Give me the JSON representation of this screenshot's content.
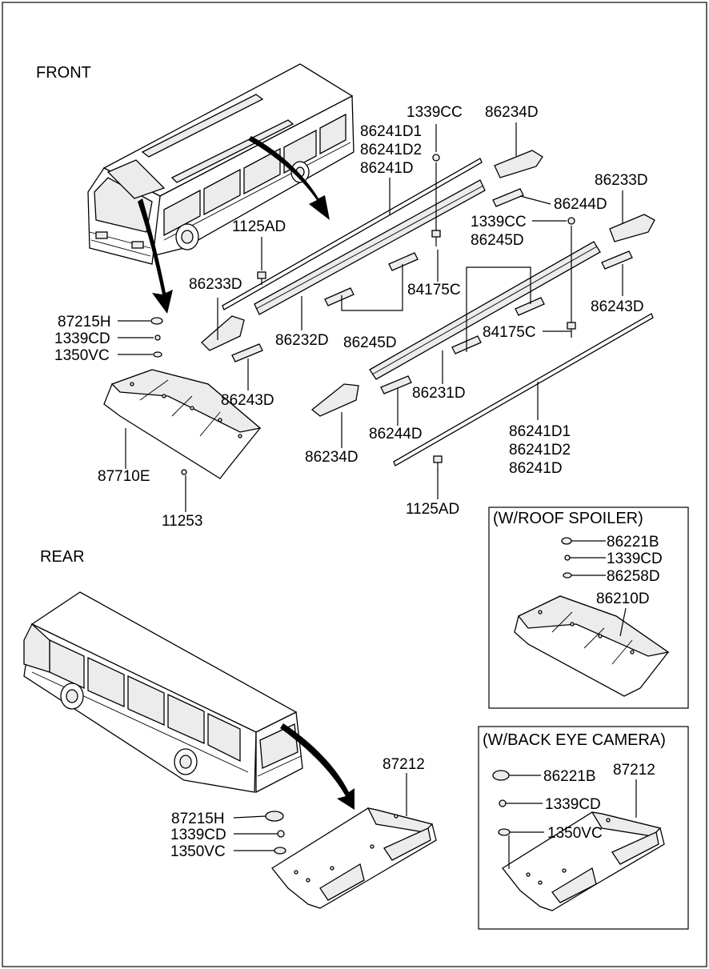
{
  "sections": {
    "front": "FRONT",
    "rear": "REAR",
    "roof_spoiler": "(W/ROOF SPOILER)",
    "back_eye_camera": "(W/BACK EYE CAMERA)"
  },
  "labels": {
    "l_1339cc_top": "1339CC",
    "l_86234d_top": "86234D",
    "l_86241d1_top": "86241D1",
    "l_86241d2_top": "86241D2",
    "l_86241d_top": "86241D",
    "l_86233d_right": "86233D",
    "l_86244d_top": "86244D",
    "l_1339cc_mid": "1339CC",
    "l_86245d_top": "86245D",
    "l_1125ad_top": "1125AD",
    "l_86233d_left": "86233D",
    "l_84175c_left": "84175C",
    "l_86243d_right": "86243D",
    "l_87215h_front": "87215H",
    "l_1339cd_front": "1339CD",
    "l_1350vc_front": "1350VC",
    "l_86232d": "86232D",
    "l_86245d_bottom": "86245D",
    "l_84175c_right": "84175C",
    "l_86243d_left": "86243D",
    "l_86231d": "86231D",
    "l_86244d_bottom": "86244D",
    "l_86241d1_bottom": "86241D1",
    "l_86241d2_bottom": "86241D2",
    "l_86241d_bottom": "86241D",
    "l_87710e": "87710E",
    "l_86234d_bottom": "86234D",
    "l_1125ad_bottom": "1125AD",
    "l_11253": "11253",
    "l_86221b_spoiler": "86221B",
    "l_1339cd_spoiler": "1339CD",
    "l_86258d": "86258D",
    "l_86210d": "86210D",
    "l_87212_rear": "87212",
    "l_87215h_rear": "87215H",
    "l_1339cd_rear": "1339CD",
    "l_1350vc_rear": "1350VC",
    "l_86221b_camera": "86221B",
    "l_87212_camera": "87212",
    "l_1339cd_camera": "1339CD",
    "l_1350vc_camera": "1350VC"
  }
}
